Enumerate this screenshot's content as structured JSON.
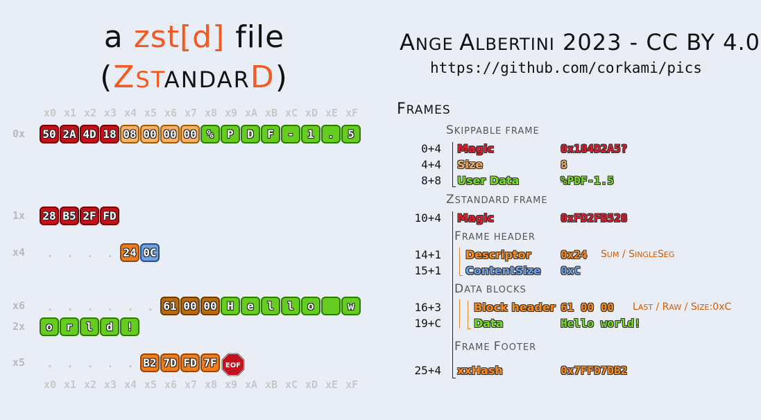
{
  "title": {
    "line1_a": "a ",
    "line1_b": "zst[d]",
    "line1_c": " file",
    "line2_open": "(",
    "line2_z": "Z",
    "line2_st": "ST",
    "line2_andar": "ANDAR",
    "line2_d": "D",
    "line2_close": ")"
  },
  "credit": {
    "a1": "A",
    "a2": "NGE ",
    "b1": "A",
    "b2": "LBERTINI",
    "rest": " 2023 - CC BY 4.0",
    "url": "https://github.com/corkami/pics"
  },
  "hex": {
    "columns": [
      "x0",
      "x1",
      "x2",
      "x3",
      "x4",
      "x5",
      "x6",
      "x7",
      "x8",
      "x9",
      "xA",
      "xB",
      "xC",
      "xD",
      "xE",
      "xF"
    ],
    "rows": {
      "r0": "0x",
      "r1": "1x",
      "r4": "x4",
      "r6": "x6",
      "r2": "2x",
      "r5": "x5"
    },
    "dot": ".",
    "row0_magic": [
      "50",
      "2A",
      "4D",
      "18"
    ],
    "row0_size": [
      "08",
      "00",
      "00",
      "00"
    ],
    "row0_data": [
      "%",
      "P",
      "D",
      "F",
      "-",
      "1",
      ".",
      "5"
    ],
    "row1_magic": [
      "28",
      "B5",
      "2F",
      "FD"
    ],
    "row4_desc": "24",
    "row4_csize": "0C",
    "row6_bhdr": [
      "61",
      "00",
      "00"
    ],
    "row6_data": [
      "H",
      "e",
      "l",
      "l",
      "o",
      " ",
      "w"
    ],
    "row2_data": [
      "o",
      "r",
      "l",
      "d",
      "!"
    ],
    "row5_hash": [
      "B2",
      "7D",
      "FD",
      "7F"
    ],
    "eof": "EOF"
  },
  "frames": {
    "title_F": "F",
    "title_rest": "RAMES",
    "skippable_S": "S",
    "skippable_rest": "KIPPABLE FRAME",
    "zstd_Z": "Z",
    "zstd_rest": "STANDARD FRAME",
    "fh_F": "F",
    "fh_rest": "RAME HEADER",
    "db_D": "D",
    "db_rest": "ATA BLOCKS",
    "ff_F": "F",
    "ff_r1": "RAME ",
    "ff_F2": "F",
    "ff_r2": "OOTER",
    "rows": [
      {
        "off": "0+4",
        "field": "Magic",
        "value": "0x184D2A5?"
      },
      {
        "off": "4+4",
        "field": "Size",
        "value": "8"
      },
      {
        "off": "8+8",
        "field": "User Data",
        "value": "%PDF-1.5"
      },
      {
        "off": "10+4",
        "field": "Magic",
        "value": "0xFD2FB528"
      },
      {
        "off": "14+1",
        "field": "Descriptor",
        "value": "0x24"
      },
      {
        "off": "15+1",
        "field": "ContentSize",
        "value": "0xC"
      },
      {
        "off": "16+3",
        "field": "Block header",
        "value": "61 00 00"
      },
      {
        "off": "19+C",
        "field": "Data",
        "value": "Hello world!"
      },
      {
        "off": "25+4",
        "field": "xxHash",
        "value": "0x7FFD7DB2"
      }
    ],
    "note_desc": {
      "a": "S",
      "b": "UM",
      "c": " / ",
      "d": "S",
      "e": "INGLE",
      "f": "S",
      "g": "EG"
    },
    "note_block": {
      "a": "L",
      "b": "AST",
      "c": " / ",
      "d": "R",
      "e": "AW",
      "f": " / ",
      "g": "S",
      "h": "IZE",
      "i": ":0xC"
    }
  },
  "colors": {
    "magic": "#c2121e",
    "size": "#f3b06a",
    "data": "#66cc22",
    "contentsize": "#6f9fdc",
    "blockheader": "#b86a0c",
    "hash": "#ee7d1e"
  }
}
